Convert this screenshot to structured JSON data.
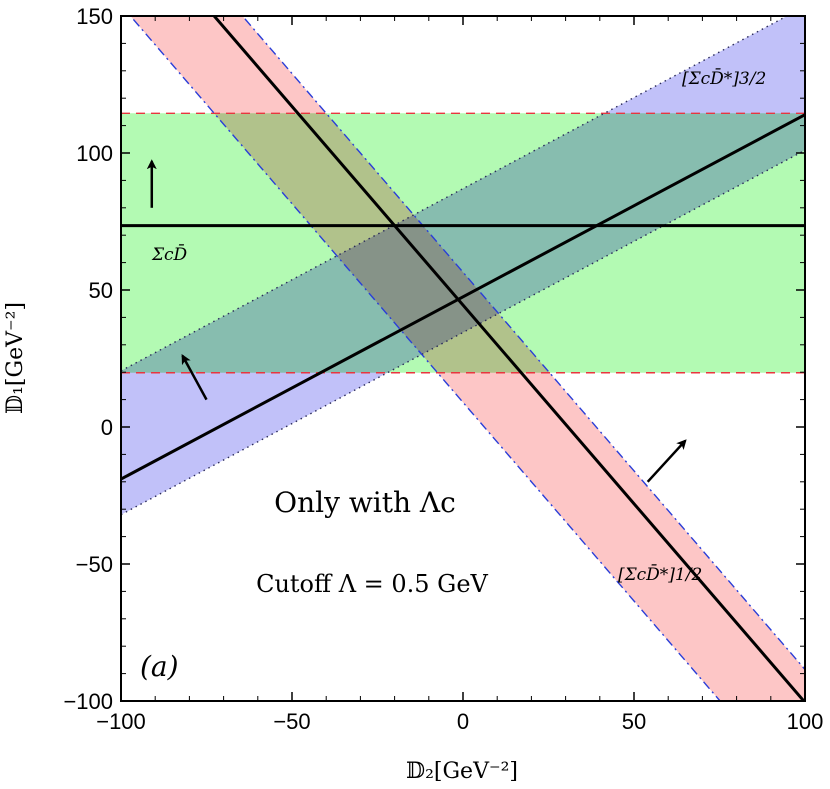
{
  "chart_data": {
    "type": "line",
    "xlabel": "𝔻₂[GeV⁻²]",
    "ylabel": "𝔻₁[GeV⁻²]",
    "xlim": [
      -100,
      100
    ],
    "ylim": [
      -100,
      150
    ],
    "xticks": [
      -100,
      -50,
      0,
      50,
      100
    ],
    "yticks": [
      -100,
      -50,
      0,
      50,
      100,
      150
    ],
    "xtick_labels": [
      "−100",
      "−50",
      "0",
      "50",
      "100"
    ],
    "ytick_labels": [
      "−100",
      "−50",
      "0",
      "50",
      "100",
      "150"
    ],
    "grid": false,
    "series": [
      {
        "name": "Σ_c D̄",
        "label_text": "ΣcD̄",
        "kind": "horizontal-band",
        "color": "#b3fab3",
        "edge_color": "#e8363f",
        "edge_style": "dashed",
        "lower": 19.8,
        "center": 73.5,
        "upper": 114.5
      },
      {
        "name": "[Σ_c D̄*]_{3/2}",
        "label_text": "[ΣcD̄*]3/2",
        "kind": "sloped-band",
        "color": "#a9a9f6",
        "edge_color": "#2a2a5a",
        "edge_style": "dotted",
        "slope": 0.665,
        "center_intercept": 47.5,
        "lower_intercept": 34.5,
        "upper_intercept": 87.0
      },
      {
        "name": "[Σ_c D̄*]_{1/2}",
        "label_text": "[ΣcD̄*]1/2",
        "kind": "sloped-band",
        "color": "#fcb0b0",
        "edge_color": "#2a3ed8",
        "edge_style": "dashdot",
        "slope": -1.45,
        "center_intercept": 44.5,
        "lower_intercept": 9.0,
        "upper_intercept": 56.5
      }
    ],
    "arrows": [
      {
        "from": [
          -91,
          80
        ],
        "to": [
          -91,
          97
        ]
      },
      {
        "from": [
          -75,
          10
        ],
        "to": [
          -82,
          26
        ]
      },
      {
        "from": [
          54,
          -20
        ],
        "to": [
          65,
          -5
        ]
      }
    ],
    "annotations": {
      "main": "Only with Λc",
      "cutoff": "Cutoff Λ = 0.5 GeV",
      "panel": "(a)"
    }
  }
}
